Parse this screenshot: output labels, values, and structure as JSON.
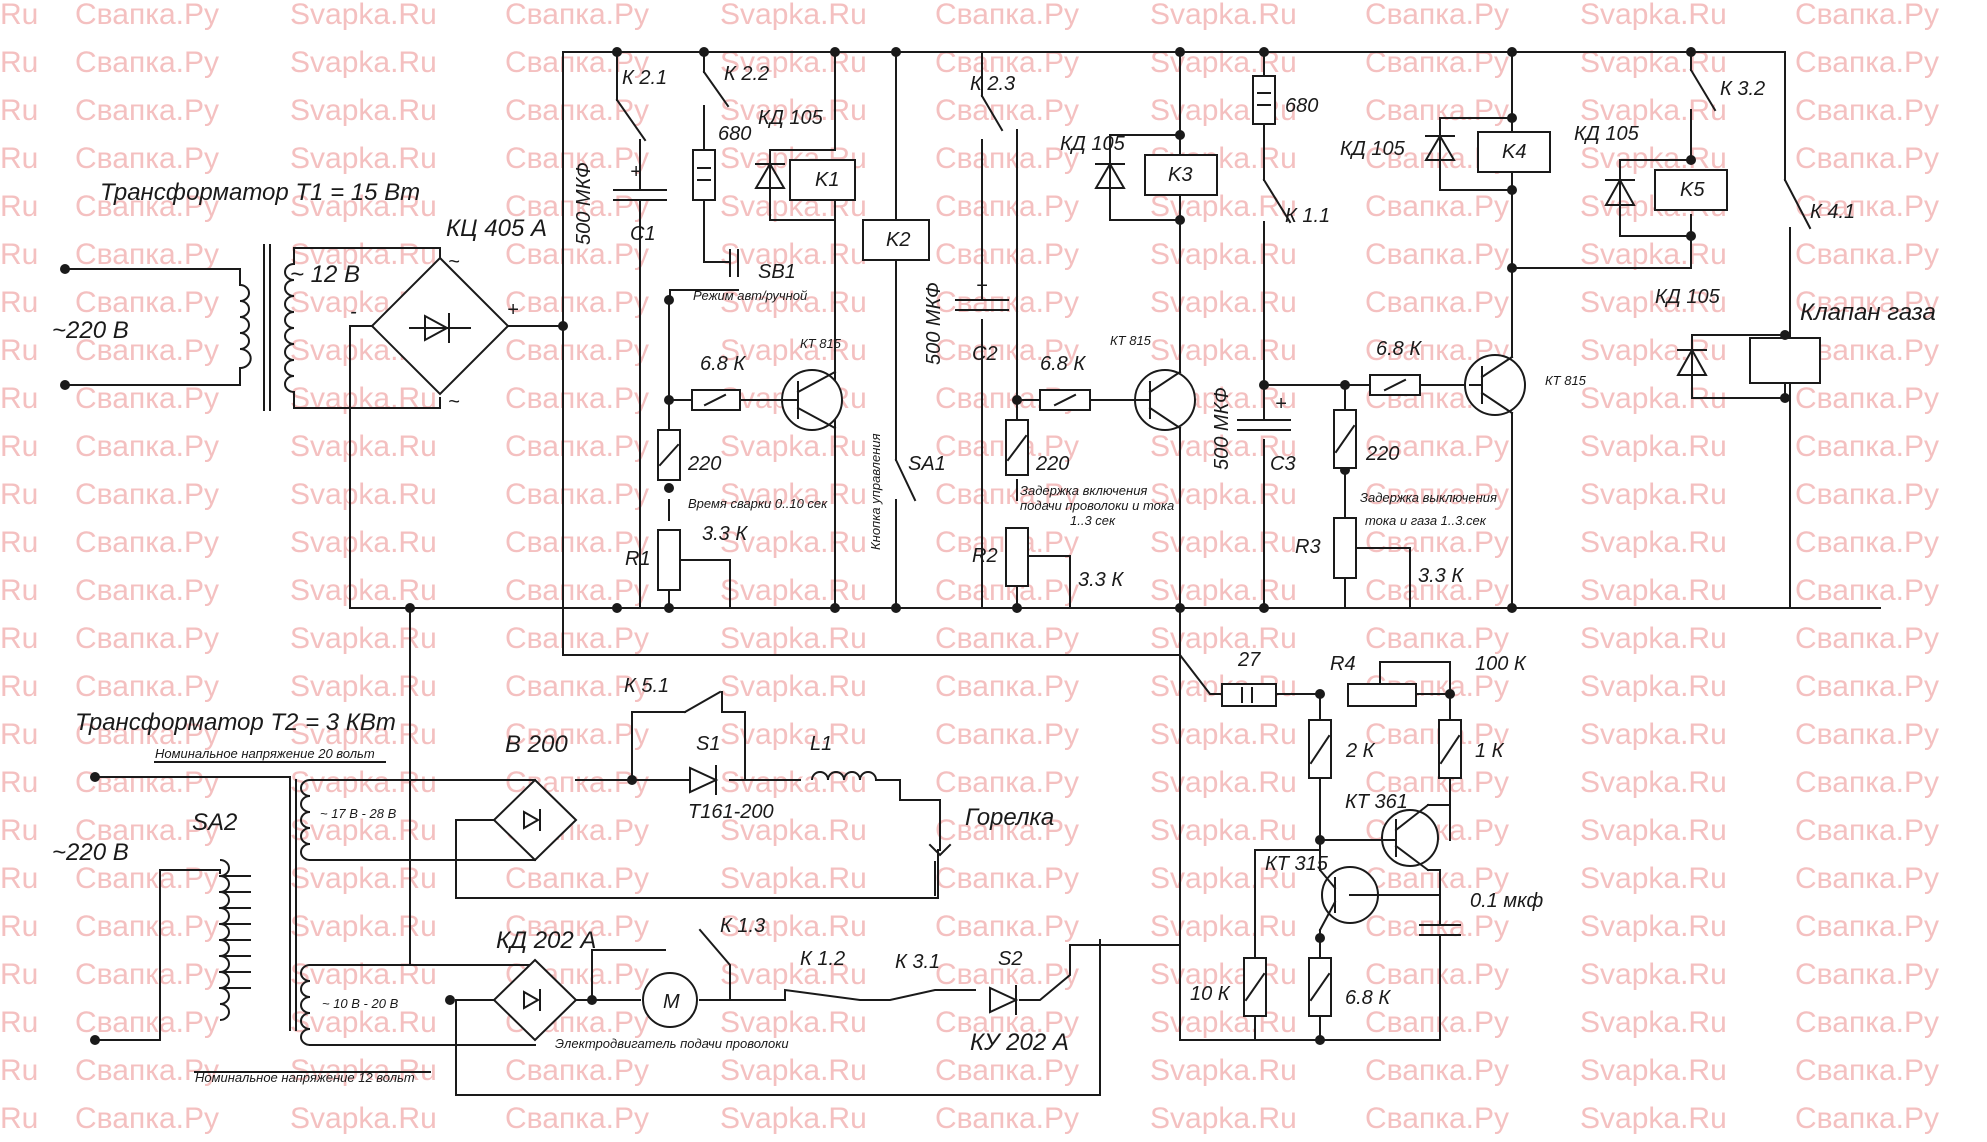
{
  "watermark": {
    "items": [
      "Ru",
      "Свапка.Ру",
      "Svapka.Ru",
      "Свапка.Ру",
      "Svapka.Ru",
      "Свапка.Ру",
      "Svapka.Ru",
      "Свапка.Ру",
      "Svapka.Ru",
      "Свапка.Ру",
      "Svapka.Ru",
      "Свапка.Ру",
      "Svapka.Ru"
    ],
    "color": "#f4c0c0"
  },
  "transformers": {
    "t1_title": "Трансформатор Т1 = 15 Вт",
    "t1_input": "~220 В",
    "t1_secondary": "~ 12 В",
    "t2_title": "Трансформатор Т2 = 3 КВт",
    "t2_input": "~220 В",
    "t2_nominal_20": "Номинальное напряжение 20 вольт",
    "t2_nominal_12": "Номинальное напряжение 12 вольт",
    "t2_sec_top": "~ 17 В - 28 В",
    "t2_sec_bottom": "~ 10 В - 20 В",
    "switch": "SA2"
  },
  "bridges": {
    "kc405": "КЦ 405 А",
    "b200": "В 200",
    "kd202": "КД 202 А",
    "plus": "+",
    "minus": "-",
    "ac": "~"
  },
  "relays": {
    "k1": "K1",
    "k2": "K2",
    "k3": "K3",
    "k4": "K4",
    "k5": "K5",
    "diode": "КД 105",
    "gas_valve": "Клапан газа"
  },
  "contacts": {
    "k21": "К 2.1",
    "k22": "К 2.2",
    "k23": "К 2.3",
    "k32": "К 3.2",
    "k11": "К 1.1",
    "k41": "К 4.1",
    "k51": "К 5.1",
    "k13": "К 1.3",
    "k12": "К 1.2",
    "k31": "К 3.1"
  },
  "capacitors": {
    "value": "500 МКФ",
    "c1": "С1",
    "c2": "С2",
    "c3": "С3",
    "c4_value": "0.1 мкф"
  },
  "resistors": {
    "r680": "680",
    "r6k8": "6.8 К",
    "r220": "220",
    "r3k3": "3.3 К",
    "r1": "R1",
    "r2": "R2",
    "r3": "R3",
    "r4": "R4",
    "r27": "27",
    "r100k": "100 К",
    "r2k": "2 К",
    "r1k": "1 К",
    "r10k": "10 К"
  },
  "transistors": {
    "kt815": "КТ 815",
    "kt361": "КТ 361",
    "kt315": "КТ 315"
  },
  "switches": {
    "sb1": "SB1",
    "sb1_note": "Режим авт/ручной",
    "sa1": "SA1",
    "sa1_note": "Кнопка управления"
  },
  "notes": {
    "weld_time": "Время сварки 0..10 сек",
    "delay_on_1": "Задержка включения",
    "delay_on_2": "подачи проволоки и тока",
    "delay_on_3": "1..3 сек",
    "delay_off_1": "Задержка выключения",
    "delay_off_2": "тока и газа 1..3.сек"
  },
  "power_section": {
    "s1": "S1",
    "thyristor": "Т161-200",
    "l1": "L1",
    "torch": "Горелка",
    "s2": "S2",
    "ku202": "КУ 202 А",
    "motor": "M",
    "motor_label": "Электродвигатель подачи проволоки"
  }
}
